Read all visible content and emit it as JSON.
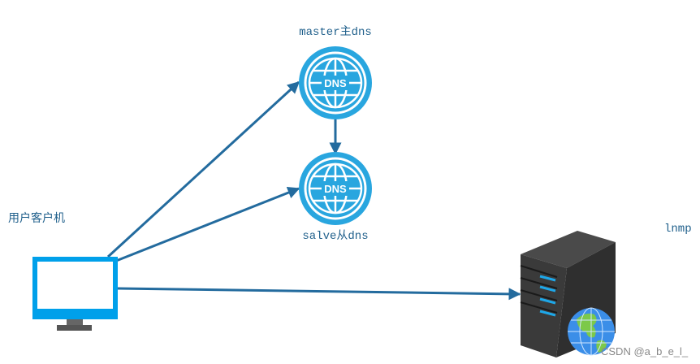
{
  "nodes": {
    "master_dns": {
      "label": "master主dns",
      "icon": "dns-globe-icon",
      "badge": "DNS"
    },
    "slave_dns": {
      "label": "salve从dns",
      "icon": "dns-globe-icon",
      "badge": "DNS"
    },
    "client": {
      "label": "用户客户机",
      "icon": "monitor-icon"
    },
    "server": {
      "label": "lnmp",
      "icon": "server-globe-icon"
    }
  },
  "edges": [
    {
      "from": "client",
      "to": "master_dns"
    },
    {
      "from": "client",
      "to": "slave_dns"
    },
    {
      "from": "client",
      "to": "server"
    },
    {
      "from": "master_dns",
      "to": "slave_dns"
    }
  ],
  "watermark": "CSDN @a_b_e_l_",
  "colors": {
    "arrow": "#236b9e",
    "dns": "#29a6df",
    "monitor": "#00a0ea",
    "label": "#1f5f8b"
  }
}
